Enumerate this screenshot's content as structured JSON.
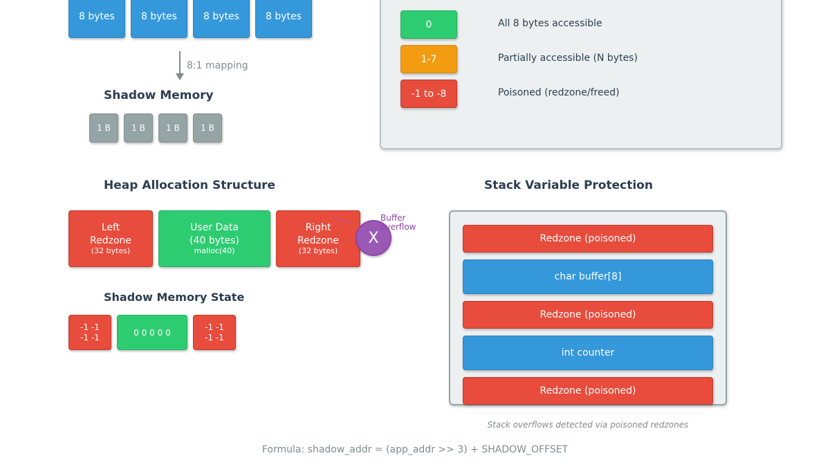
{
  "app_memory": {
    "blocks": [
      "8 bytes",
      "8 bytes",
      "8 bytes",
      "8 bytes"
    ],
    "mapping_label": "8:1 mapping"
  },
  "shadow_memory": {
    "title": "Shadow Memory",
    "cells": [
      "1 B",
      "1 B",
      "1 B",
      "1 B"
    ]
  },
  "legend": {
    "rows": [
      {
        "value": "0",
        "label": "All 8 bytes accessible",
        "color": "#2ecc71"
      },
      {
        "value": "1-7",
        "label": "Partially accessible (N bytes)",
        "color": "#f39c12"
      },
      {
        "value": "-1 to -8",
        "label": "Poisoned (redzone/freed)",
        "color": "#e74c3c"
      }
    ]
  },
  "heap": {
    "title": "Heap Allocation Structure",
    "left": {
      "line1": "Left",
      "line2": "Redzone",
      "line3": "(32 bytes)"
    },
    "user": {
      "line1": "User Data",
      "line2": "(40 bytes)",
      "line3": "malloc(40)"
    },
    "right": {
      "line1": "Right",
      "line2": "Redzone",
      "line3": "(32 bytes)"
    },
    "overflow_label_1": "Buffer",
    "overflow_label_2": "overflow",
    "overflow_marker": "X"
  },
  "shadow_state": {
    "title": "Shadow Memory State",
    "left": {
      "line1": "-1 -1",
      "line2": "-1 -1"
    },
    "middle": "0 0 0 0 0",
    "right": {
      "line1": "-1 -1",
      "line2": "-1 -1"
    }
  },
  "stack": {
    "title": "Stack Variable Protection",
    "rows": [
      "Redzone (poisoned)",
      "char buffer[8]",
      "Redzone (poisoned)",
      "int counter",
      "Redzone (poisoned)"
    ],
    "caption": "Stack overflows detected via poisoned redzones"
  },
  "formula": "Formula: shadow_addr = (app_addr >> 3) + SHADOW_OFFSET",
  "colors": {
    "blue": "#3498db",
    "gray": "#95a5a6",
    "green": "#2ecc71",
    "orange": "#f39c12",
    "red": "#e74c3c",
    "purple": "#9b59b6"
  }
}
